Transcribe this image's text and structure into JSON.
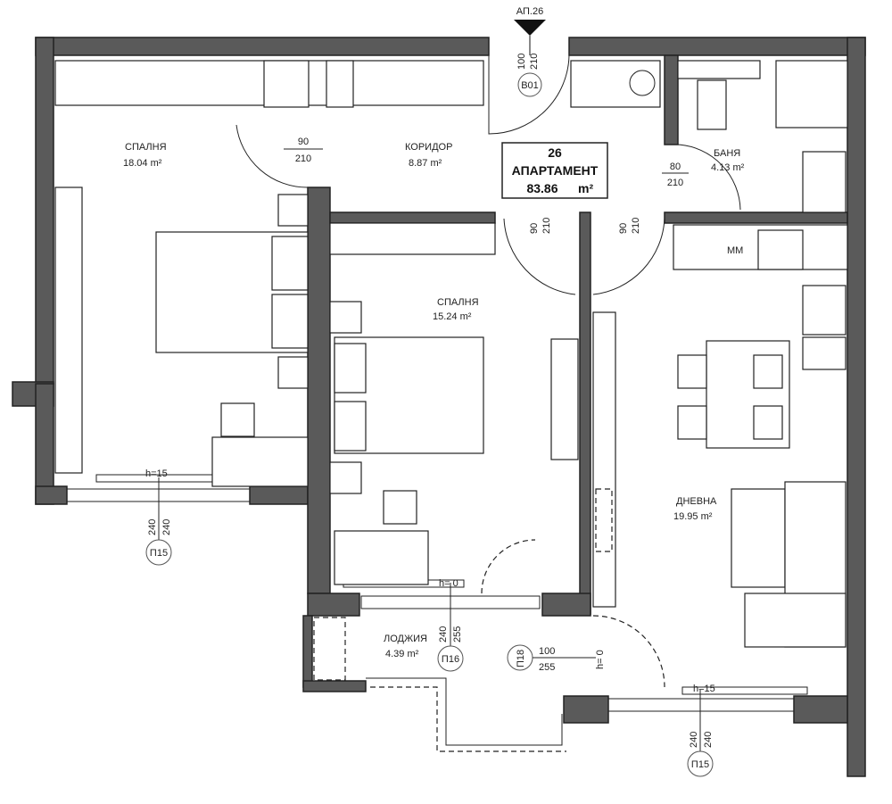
{
  "apartment": {
    "ref": "АП.26",
    "number": "26",
    "title": "АПАРТАМЕНТ",
    "area": "83.86",
    "unit": "m²"
  },
  "rooms": {
    "bedroom1": {
      "name": "СПАЛНЯ",
      "area": "18.04 m²"
    },
    "corridor": {
      "name": "КОРИДОР",
      "area": "8.87 m²"
    },
    "bathroom": {
      "name": "БАНЯ",
      "area": "4.13 m²"
    },
    "bedroom2": {
      "name": "СПАЛНЯ",
      "area": "15.24 m²"
    },
    "living": {
      "name": "ДНЕВНА",
      "area": "19.95 m²"
    },
    "loggia": {
      "name": "ЛОДЖИЯ",
      "area": "4.39 m²"
    }
  },
  "doors": {
    "entry": {
      "tag": "В01",
      "w": "100",
      "h": "210"
    },
    "bedroom1": {
      "w": "90",
      "h": "210"
    },
    "bathroom": {
      "w": "80",
      "h": "210"
    },
    "bedroom2": {
      "w": "90",
      "h": "210"
    },
    "living": {
      "w": "90",
      "h": "210"
    },
    "loggia_living": {
      "tag": "П18",
      "w": "100",
      "h": "255",
      "sill": "h= 0"
    }
  },
  "windows": {
    "bedroom1": {
      "tag": "П15",
      "a": "240",
      "b": "240",
      "sill": "h=15"
    },
    "bedroom2": {
      "tag": "П16",
      "a": "240",
      "b": "255",
      "sill": "h= 0"
    },
    "living": {
      "tag": "П15",
      "a": "240",
      "b": "240",
      "sill": "h=15"
    }
  },
  "kitchen": {
    "meter_label": "ММ"
  }
}
